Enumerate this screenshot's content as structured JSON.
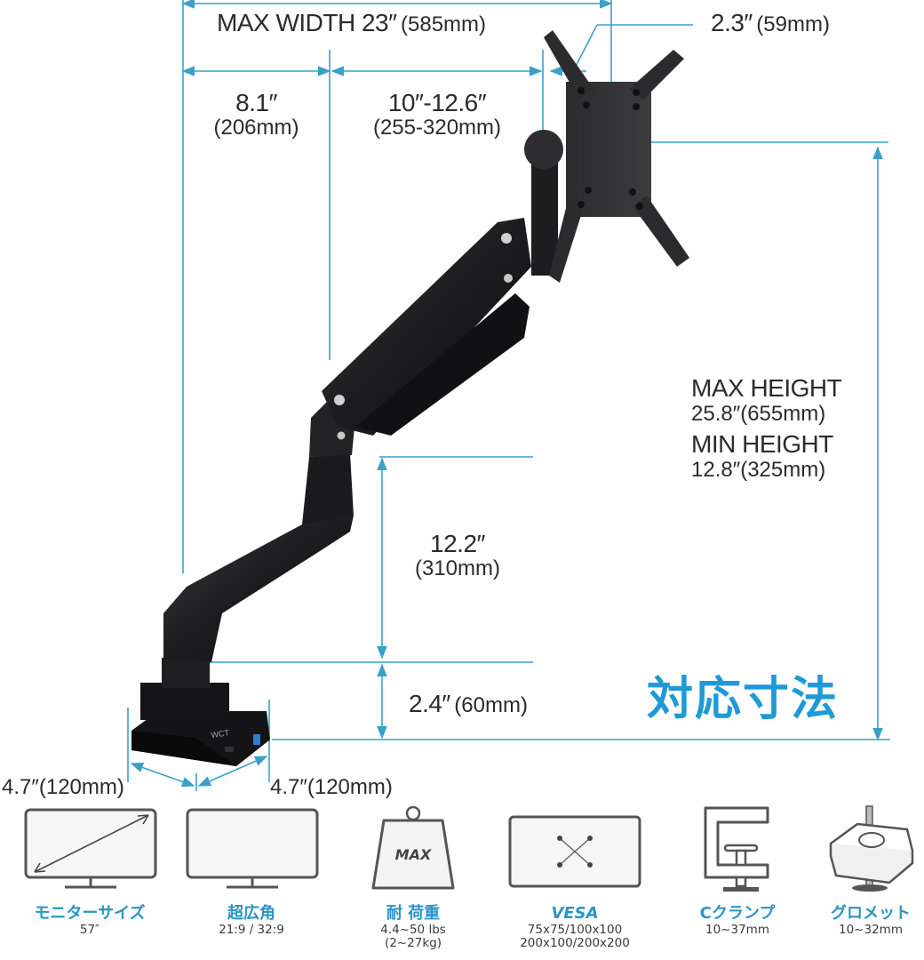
{
  "colors": {
    "dimension_line": "#3aa0c8",
    "headline": "#1f9ad6",
    "feature_title": "#2a95c8",
    "text": "#2b2b2b",
    "arm": "#1c1c1e"
  },
  "headline": "対応寸法",
  "dimensions": {
    "max_width": {
      "inch": "MAX WIDTH 23″",
      "mm": "(585mm)"
    },
    "vesa_offset": {
      "inch": "2.3″",
      "mm": "(59mm)"
    },
    "lower_arm_reach": {
      "inch": "8.1″",
      "mm": "(206mm)"
    },
    "upper_arm_reach": {
      "inch": "10″-12.6″",
      "mm": "(255-320mm)"
    },
    "max_height": {
      "label": "MAX HEIGHT",
      "value": "25.8″(655mm)"
    },
    "min_height": {
      "label": "MIN HEIGHT",
      "value": "12.8″(325mm)"
    },
    "pole_height": {
      "inch": "12.2″",
      "mm": "(310mm)"
    },
    "base_height": {
      "inch": "2.4″",
      "mm": "(60mm)"
    },
    "base_depth": {
      "value": "4.7″(120mm)"
    },
    "base_width": {
      "value": "4.7″(120mm)"
    }
  },
  "product": {
    "base_logo": "WCT"
  },
  "features": [
    {
      "icon": "monitor-size-icon",
      "title": "モニターサイズ",
      "values": [
        "57″"
      ]
    },
    {
      "icon": "ultrawide-monitor-icon",
      "title": "超広角",
      "values": [
        "21:9 / 32:9"
      ]
    },
    {
      "icon": "weight-icon",
      "icon_text": "MAX",
      "title": "耐 荷重",
      "values": [
        "4.4~50 lbs",
        "(2~27kg)"
      ]
    },
    {
      "icon": "vesa-icon",
      "title": "VESA",
      "values": [
        "75x75/100x100",
        "200x100/200x200"
      ]
    },
    {
      "icon": "c-clamp-icon",
      "title": "Cクランプ",
      "values": [
        "10~37mm"
      ]
    },
    {
      "icon": "grommet-icon",
      "title": "グロメット",
      "values": [
        "10~32mm"
      ]
    }
  ]
}
